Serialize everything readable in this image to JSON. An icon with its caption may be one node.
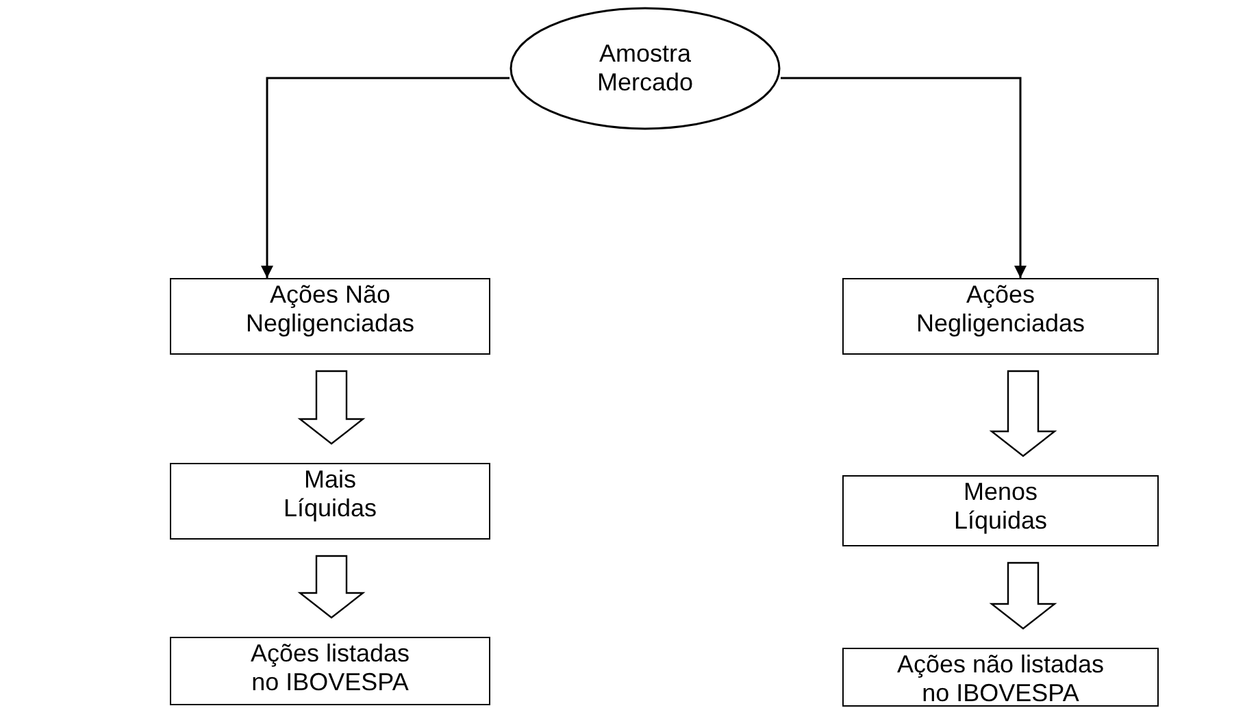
{
  "diagram": {
    "nodes": [
      {
        "text": [
          "Amostra Mercado"
        ]
      },
      {
        "text": [
          "Ações Não Negligenciadas"
        ]
      },
      {
        "text": [
          "Ações Negligenciadas"
        ]
      },
      {
        "text": [
          "Mais Líquidas"
        ]
      },
      {
        "text": [
          "Menos Líquidas"
        ]
      },
      {
        "text": [
          "Ações listadas no IBOVESPA"
        ]
      },
      {
        "text": [
          "Ações não listadas no IBOVESPA"
        ]
      }
    ],
    "edges": [
      {
        "from": 0,
        "to": 1,
        "arrow": "to"
      },
      {
        "from": 0,
        "to": 2,
        "arrow": "to"
      },
      {
        "from": 1,
        "to": 3,
        "arrow": "to",
        "style": "thick"
      },
      {
        "from": 3,
        "to": 5,
        "arrow": "to",
        "style": "thick"
      },
      {
        "from": 2,
        "to": 4,
        "arrow": "to",
        "style": "thick"
      },
      {
        "from": 4,
        "to": 6,
        "arrow": "to",
        "style": "thick"
      }
    ]
  }
}
